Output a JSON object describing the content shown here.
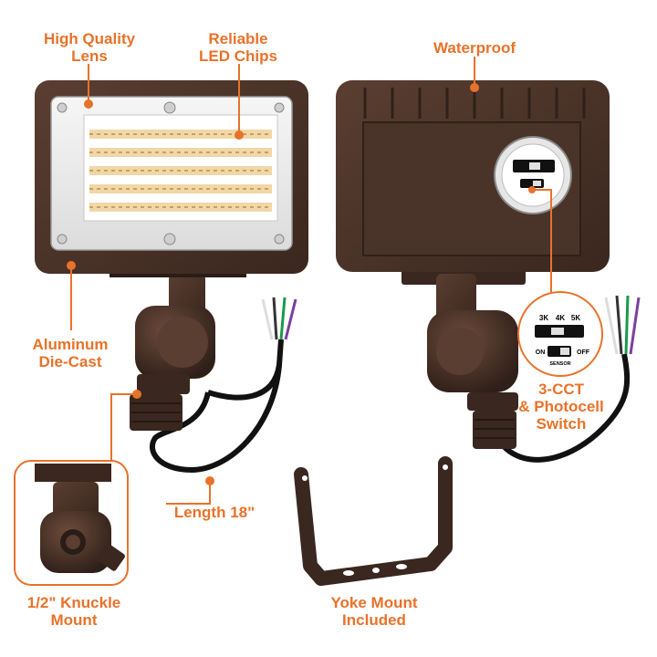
{
  "colors": {
    "accent": "#E8722A",
    "housing": "#4A3328",
    "housing_dark": "#2F201A",
    "housing_light": "#6B4A3A",
    "lens": "#EDEDED",
    "led": "#F2D49A",
    "wire_black": "#111111"
  },
  "callouts": {
    "lens": [
      "High Quality",
      "Lens"
    ],
    "chips": [
      "Reliable",
      "LED Chips"
    ],
    "waterproof": "Waterproof",
    "diecast": [
      "Aluminum",
      "Die-Cast"
    ],
    "length": "Length 18\"",
    "knuckle": [
      "1/2\" Knuckle",
      "Mount"
    ],
    "yoke": [
      "Yoke Mount",
      "Included"
    ],
    "switch": [
      "3-CCT",
      "& Photocell",
      "Switch"
    ]
  },
  "switch_panel": {
    "cct_options": [
      "3K",
      "4K",
      "5K"
    ],
    "on_label": "ON",
    "off_label": "OFF",
    "sensor_label": "SENSOR"
  }
}
